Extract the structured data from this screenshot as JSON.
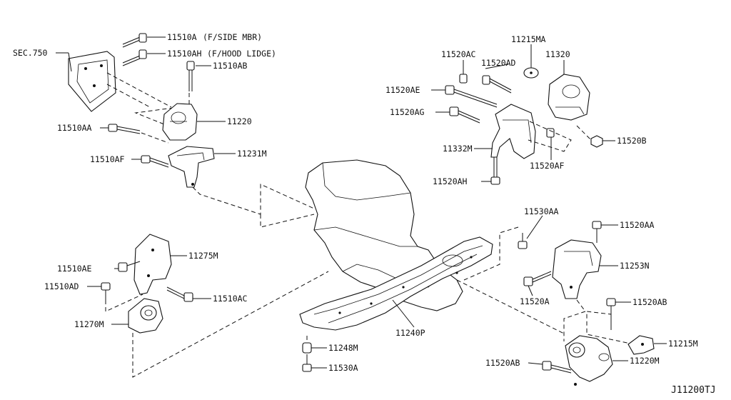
{
  "diagram": {
    "code": "J11200TJ",
    "labels": {
      "sec750": "SEC.750",
      "p11510A": "11510A",
      "p11510A_note": "(F/SIDE MBR)",
      "p11510AH": "11510AH",
      "p11510AH_note": "(F/HOOD LIDGE)",
      "p11510AB": "11510AB",
      "p11220": "11220",
      "p11510AA": "11510AA",
      "p11510AF": "11510AF",
      "p11231M": "11231M",
      "p11520AC": "11520AC",
      "p11215MA": "11215MA",
      "p11520AD": "11520AD",
      "p11320": "11320",
      "p11520AE": "11520AE",
      "p11520AG": "11520AG",
      "p11520B": "11520B",
      "p11332M": "11332M",
      "p11520AF": "11520AF",
      "p11520AH": "11520AH",
      "p11530AA": "11530AA",
      "p11520AA": "11520AA",
      "p11253N": "11253N",
      "p11520A": "11520A",
      "p11520AB_top": "11520AB",
      "p11215M": "11215M",
      "p11220M": "11220M",
      "p11520AB_bot": "11520AB",
      "p11275M": "11275M",
      "p11510AE": "11510AE",
      "p11510AD": "11510AD",
      "p11510AC": "11510AC",
      "p11270M": "11270M",
      "p11240P": "11240P",
      "p11248M": "11248M",
      "p11530A": "11530A"
    }
  }
}
